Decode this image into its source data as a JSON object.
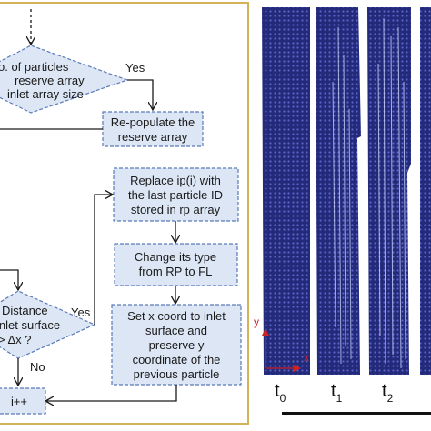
{
  "flowchart": {
    "decision_particles": [
      "o. of particles",
      "reserve array",
      "inlet array size"
    ],
    "yes_label_1": "Yes",
    "repopulate": [
      "Re-populate the",
      "reserve array"
    ],
    "replace": [
      "Replace ip(i) with",
      "the last particle ID",
      "stored in rp array"
    ],
    "change_type": [
      "Change its type",
      "from RP to FL"
    ],
    "set_coord": [
      "Set x coord to inlet",
      "surface and",
      "preserve y",
      "coordinate of the",
      "previous particle"
    ],
    "decision_distance": [
      "Distance",
      "inlet surface",
      "> Δx ?"
    ],
    "yes_label_2": "Yes",
    "no_label": "No",
    "increment": "i++"
  },
  "panels": {
    "time_labels": [
      {
        "base": "t",
        "sub": "0"
      },
      {
        "base": "t",
        "sub": "1"
      },
      {
        "base": "t",
        "sub": "2"
      }
    ],
    "axis_x": "x",
    "axis_y": "y"
  },
  "colors": {
    "box_fill": "#dce6f4",
    "box_stroke": "#5b7ab8",
    "frame": "#d4b25a",
    "particle_fill": "#232a7a"
  }
}
